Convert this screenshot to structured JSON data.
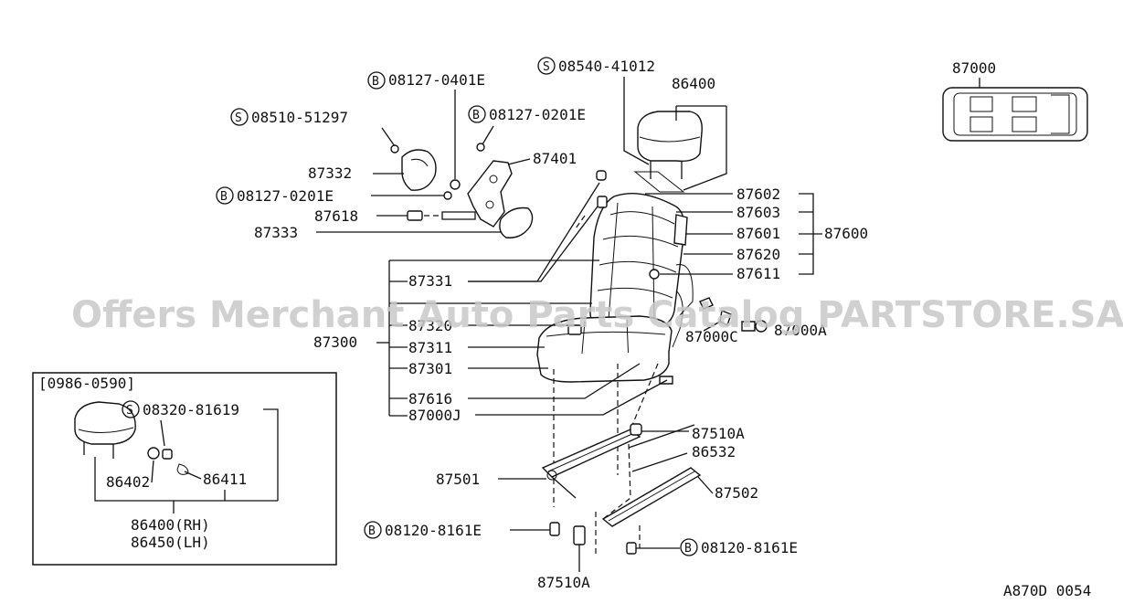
{
  "labels": {
    "p87000": "87000",
    "p86400": "86400",
    "s0854041012": "08540-41012",
    "b081270401e": "08127-0401E",
    "b081270201e_a": "08127-0201E",
    "s0851051297": "08510-51297",
    "p87401": "87401",
    "p87332": "87332",
    "b081270201e_b": "08127-0201E",
    "p87618": "87618",
    "p87333": "87333",
    "p87602": "87602",
    "p87603": "87603",
    "p87601": "87601",
    "p87600": "87600",
    "p87620": "87620",
    "p87611": "87611",
    "p87331": "87331",
    "p87320": "87320",
    "p87300": "87300",
    "p87311": "87311",
    "p87301": "87301",
    "p87616": "87616",
    "p87000J": "87000J",
    "p87000C": "87000C",
    "p87000A": "87000A",
    "p87510A_top": "87510A",
    "p86532": "86532",
    "p87501": "87501",
    "p87502": "87502",
    "b081208161e_a": "08120-8161E",
    "b081208161e_b": "08120-8161E",
    "p87510A_bottom": "87510A",
    "inset_period": "[0986-0590]",
    "s0832081619": "08320-81619",
    "p86402": "86402",
    "p86411": "86411",
    "p86400rh": "86400(RH)",
    "p86450lh": "86450(LH)",
    "diagram_code": "A870D 0054",
    "letter_s": "S",
    "letter_b": "B"
  },
  "watermark": "Offers Merchant Auto Parts Catalog PARTSTORE.SA"
}
